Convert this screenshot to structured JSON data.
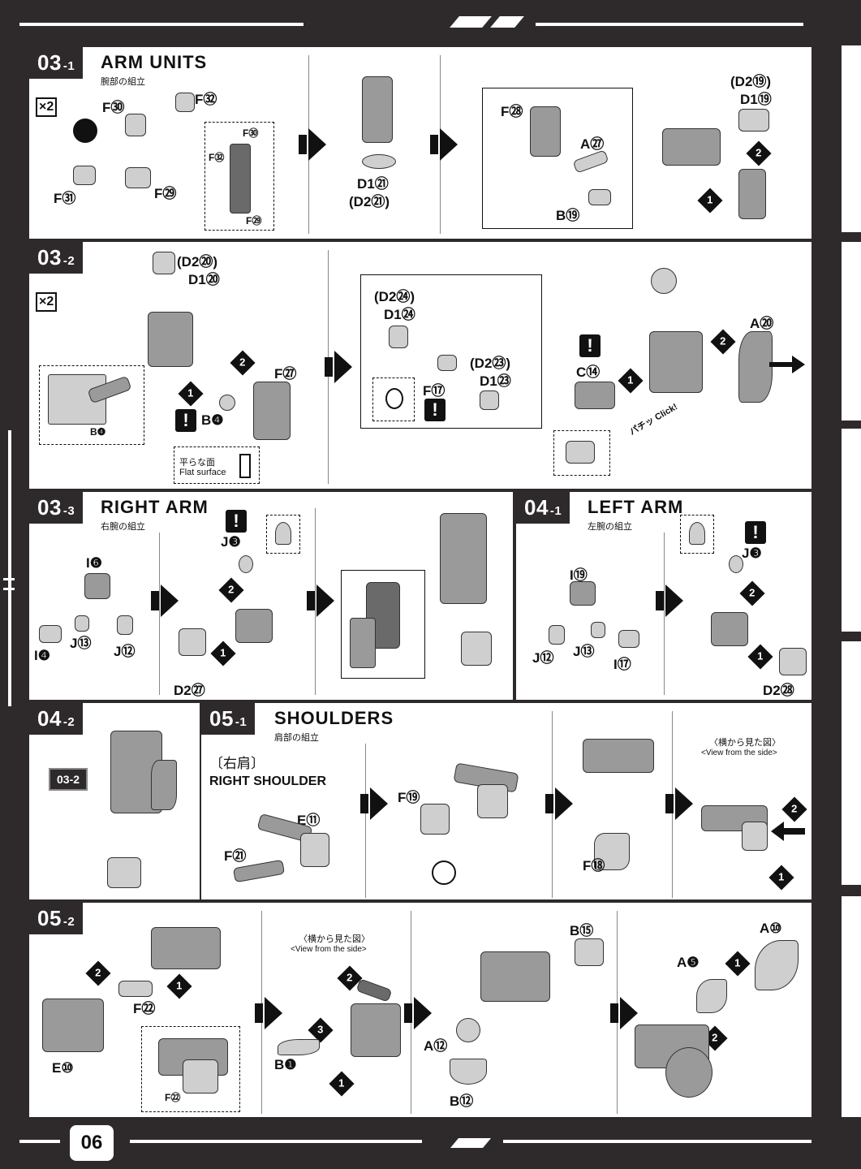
{
  "page_number": "06",
  "steps": {
    "s031": {
      "num": "03",
      "sub": "-1",
      "title": "ARM UNITS",
      "jp": "腕部の組立",
      "mult": "×2",
      "labels": {
        "f30": "F㉚",
        "f32": "F㉜",
        "f31": "F㉛",
        "f29": "F㉙",
        "f30b": "F㉚",
        "f32b": "F㉜",
        "f29b": "F㉙",
        "d121": "D1㉑",
        "d221": "(D2㉑)",
        "f28": "F㉘",
        "a27": "A㉗",
        "b19": "B⑲",
        "d219": "(D2⑲)",
        "d119": "D1⑲"
      }
    },
    "s032": {
      "num": "03",
      "sub": "-2",
      "mult": "×2",
      "labels": {
        "d220": "(D2⑳)",
        "d120": "D1⑳",
        "f27": "F㉗",
        "b4": "B❹",
        "b4b": "B❹",
        "flat_jp": "平らな面",
        "flat_en": "Flat surface",
        "d224": "(D2㉔)",
        "d124": "D1㉔",
        "d223": "(D2㉓)",
        "d123": "D1㉓",
        "f17": "F⑰",
        "a20": "A⑳",
        "c14": "C⑭",
        "click": "パチッ Click!"
      }
    },
    "s033": {
      "num": "03",
      "sub": "-3",
      "title": "RIGHT ARM",
      "jp": "右腕の組立",
      "labels": {
        "i6": "I❻",
        "j3": "J❸",
        "j13": "J⑬",
        "j12": "J⑫",
        "i4": "I❹",
        "d227": "D2㉗"
      }
    },
    "s041": {
      "num": "04",
      "sub": "-1",
      "title": "LEFT ARM",
      "jp": "左腕の組立",
      "labels": {
        "i19": "I⑲",
        "j3": "J❸",
        "j12": "J⑫",
        "j13": "J⑬",
        "i17": "I⑰",
        "d228": "D2㉘"
      }
    },
    "s042": {
      "num": "04",
      "sub": "-2",
      "ref": "03-2"
    },
    "s051": {
      "num": "05",
      "sub": "-1",
      "title": "SHOULDERS",
      "jp": "肩部の組立",
      "side_jp": "〔右肩〕",
      "side_en": "RIGHT SHOULDER",
      "labels": {
        "e11": "E⑪",
        "f21": "F㉑",
        "f19": "F⑲",
        "f18": "F⑱",
        "view_jp": "〈横から見た図〉",
        "view_en": "<View from the side>"
      }
    },
    "s052": {
      "num": "05",
      "sub": "-2",
      "labels": {
        "f22": "F㉒",
        "f22b": "F㉒",
        "e10": "E⑩",
        "view_jp": "〈横から見た図〉",
        "view_en": "<View from the side>",
        "b1": "B❶",
        "b15": "B⑮",
        "a12": "A⑫",
        "b12": "B⑫",
        "a10": "A⑩",
        "a5": "A❺"
      }
    }
  }
}
